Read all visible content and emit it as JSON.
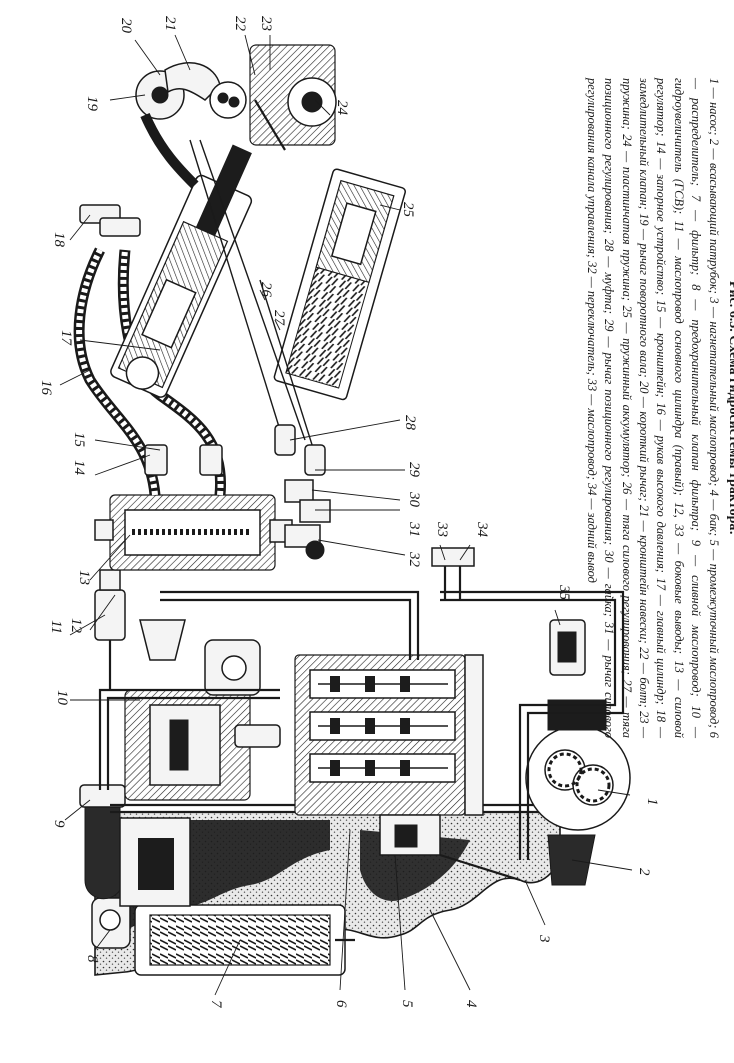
{
  "figure": {
    "title": "Рис. 6.3. Схема гидросистемы трактора:",
    "legend": "1 — насос; 2 — всасывающий патрубок; 3 — нагнетательный маслопровод; 4 — бак; 5 — промежуточный маслопровод; 6 — распределитель; 7 — фильтр; 8 — предохранительный клапан фильтра; 9 — сливной маслопровод; 10 — гидроувеличитель (ГСВ); 11 — маслопровод основного цилиндра (правый); 12, 33 — боковые выводы; 13 — силовой регулятор; 14 — запорное устройство; 15 — кронштейн; 16 — рукав высокого давления; 17 — главный цилиндр; 18 — замедлительный клапан; 19 — рычаг поворотного вала; 20 — короткий рычаг; 21 — кронштейн навески; 22 — болт; 23 — пружина; 24 — пластинчатая пружина; 25 — пружинный аккумулятор; 26 — тяга силового регулирования; 27 — тяга позиционного регулирования; 28 — муфта; 29 — рычаг позиционного регулирования; 30 — гайка; 31 — рычаг силового регулирования канала управления; 32 — переключатель; 33 — маслопровод; 34 — задний вывод"
  },
  "callouts": [
    "1",
    "2",
    "3",
    "4",
    "5",
    "6",
    "7",
    "8",
    "9",
    "10",
    "11",
    "12",
    "13",
    "14",
    "15",
    "16",
    "17",
    "18",
    "19",
    "20",
    "21",
    "22",
    "23",
    "24",
    "25",
    "26",
    "27",
    "28",
    "29",
    "30",
    "31",
    "32",
    "33",
    "34",
    "35"
  ],
  "colors": {
    "ink": "#1a1a1a",
    "paper": "#ffffff",
    "oil": "#1c1c1c"
  }
}
